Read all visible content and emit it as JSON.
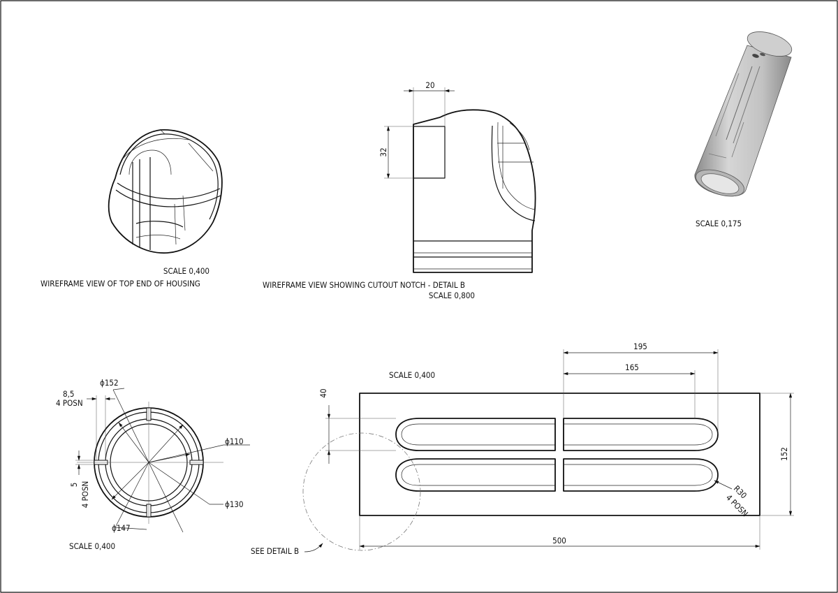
{
  "views": {
    "top_end": {
      "scale": "SCALE 0,400",
      "caption": "WIREFRAME VIEW OF TOP END OF HOUSING"
    },
    "detail_b": {
      "caption": "WIREFRAME VIEW SHOWING CUTOUT NOTCH - DETAIL B",
      "scale": "SCALE 0,800",
      "dim_width": "20",
      "dim_height": "32"
    },
    "iso": {
      "scale": "SCALE 0,175"
    },
    "end_view": {
      "scale": "SCALE 0,400",
      "dim_152": "ϕ152",
      "dim_110": "ϕ110",
      "dim_130": "ϕ130",
      "dim_147": "ϕ147",
      "dim_8_5": "8,5",
      "dim_8_5_note": "4 POSN",
      "dim_5": "5",
      "dim_5_note": "4 POSN"
    },
    "side_view": {
      "scale": "SCALE 0,400",
      "dim_195": "195",
      "dim_165": "165",
      "dim_40": "40",
      "dim_152": "152",
      "dim_500": "500",
      "dim_r30": "R30",
      "dim_r30_note": "4 POSN",
      "see_detail": "SEE DETAIL B"
    }
  },
  "colors": {
    "line": "#111111",
    "background": "#ffffff",
    "shade_light": "#d6d6d6",
    "shade_dark": "#8a8a8a"
  }
}
